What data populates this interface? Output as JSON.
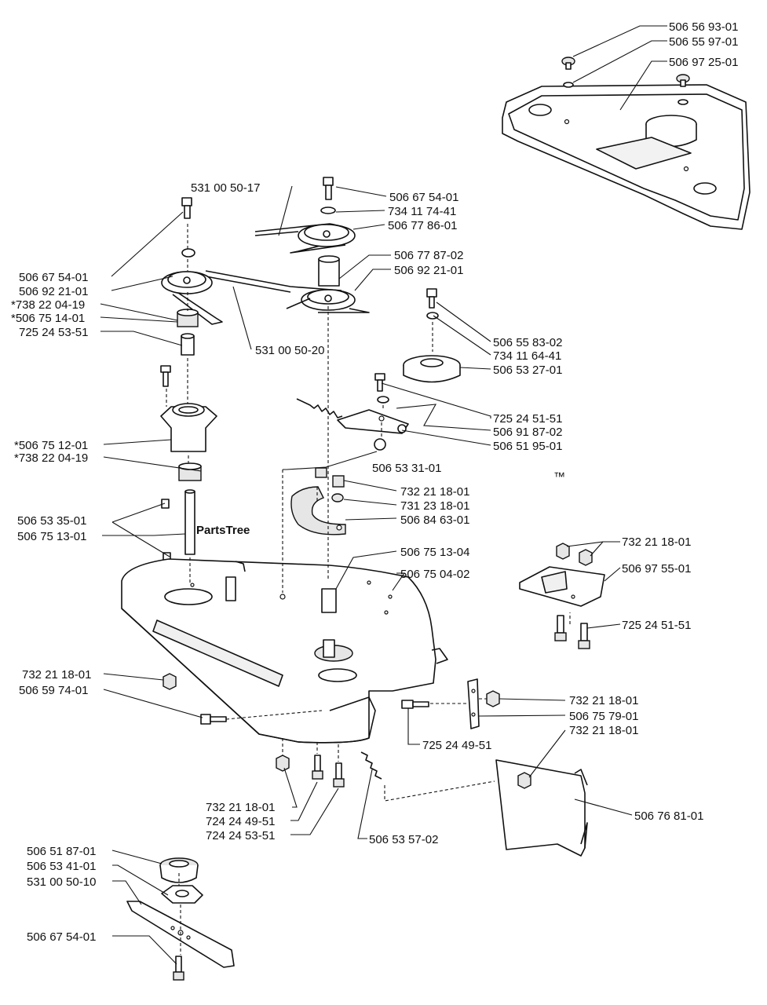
{
  "watermark": {
    "text": "PartsTree",
    "trademark": "™"
  },
  "labels": {
    "top_cover_nut": "506 56 93-01",
    "top_cover_washer": "506 55 97-01",
    "top_cover": "506 97 25-01",
    "belt_1750": "531 00 50-17",
    "bolt_top": "506 67 54-01",
    "washer_top": "734 11 74-41",
    "pulley_top": "506 77 86-01",
    "spacer_top": "506 77 87-02",
    "pulley_mid": "506 92 21-01",
    "bolt_left": "506 67 54-01",
    "pulley_left": "506 92 21-01",
    "bearing_upper": "*738 22 04-19",
    "spacer_left": "*506 75 14-01",
    "bushing_left": "725 24 53-51",
    "belt_2050": "531 00 50-20",
    "idler_bolt_r": "506 55 83-02",
    "idler_washer_r": "734 11 64-41",
    "idler_pulley": "506 53 27-01",
    "arm_bolt": "725 24 51-51",
    "idler_arm": "506 91 87-02",
    "idler_spacer": "506 51 95-01",
    "housing": "*506 75 12-01",
    "bearing_lower": "*738 22 04-19",
    "spring_nut": "506 53 31-01",
    "nut_plate_1": "732 21 18-01",
    "nut_plate_2": "731 23 18-01",
    "guide_plate": "506 84 63-01",
    "key": "506 53 35-01",
    "spindle": "506 75 13-01",
    "spindle_center": "506 75 13-04",
    "deck": "506 75 04-02",
    "bracket_nut": "732 21 18-01",
    "bracket": "506 97 55-01",
    "bracket_bolt": "725 24 51-51",
    "deck_nut_left": "732 21 18-01",
    "deck_bolt_left": "506 59 74-01",
    "hinge_nut": "732 21 18-01",
    "hinge": "506 75 79-01",
    "hinge_bolt": "725 24 49-51",
    "chute_nut": "732 21 18-01",
    "chute": "506 76 81-01",
    "bottom_nut": "732 21 18-01",
    "bottom_bolt_1": "724 24 49-51",
    "bottom_bolt_2": "724 24 53-51",
    "spring": "506 53 57-02",
    "blade_cup": "506 51 87-01",
    "blade_adapter": "506 53 41-01",
    "blade": "531 00 50-10",
    "blade_bolt": "506 67 54-01"
  }
}
